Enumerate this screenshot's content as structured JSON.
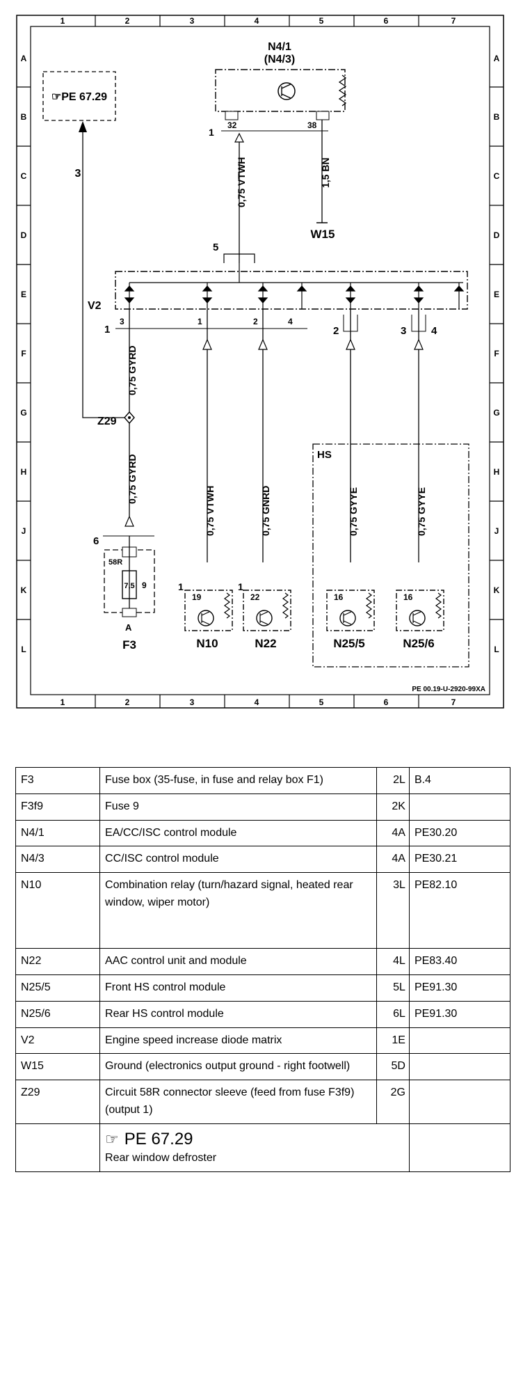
{
  "frame": {
    "columns": [
      "1",
      "2",
      "3",
      "4",
      "5",
      "6",
      "7"
    ],
    "rows": [
      "A",
      "B",
      "C",
      "D",
      "E",
      "F",
      "G",
      "H",
      "J",
      "K",
      "L"
    ],
    "diagram_id": "PE 00.19-U-2920-99XA"
  },
  "components": {
    "n4_label": "N4/1",
    "n4_alt_label": "(N4/3)",
    "n4_pin_a": "32",
    "n4_pin_b": "38",
    "ref_box": "☞PE 67.29",
    "v2_label": "V2",
    "z29_label": "Z29",
    "w15_label": "W15",
    "hs_label": "HS",
    "f3_label": "F3",
    "f3_sub": "A",
    "f3_58r": "58R",
    "f3_rating": "7,5",
    "f3_num": "9",
    "n10_label": "N10",
    "n10_pin": "19",
    "n22_label": "N22",
    "n22_pin": "22",
    "n255_label": "N25/5",
    "n255_pin": "16",
    "n256_label": "N25/6",
    "n256_pin": "16"
  },
  "wires": {
    "w_vtwh_top": "0,75 VTWH",
    "w_bn": "1,5 BN",
    "w_gyrd_upper": "0,75 GYRD",
    "w_gyrd_lower": "0,75 GYRD",
    "w_vtwh_n10": "0,75 VTWH",
    "w_gnrd": "0,75 GNRD",
    "w_gyye_1": "0,75 GYYE",
    "w_gyye_2": "0,75 GYYE"
  },
  "connectors": {
    "c1": "1",
    "c3": "3",
    "c5": "5",
    "c6": "6",
    "v2_pin3": "3",
    "v2_pin1": "1",
    "v2_pin2": "2",
    "v2_pin4": "4",
    "v2_c1": "1",
    "v2_c2": "2",
    "v2_c3": "3",
    "v2_c4": "4",
    "n10_c1": "1",
    "n22_c1": "1"
  },
  "legend": [
    {
      "code": "F3",
      "desc": "Fuse box (35-fuse, in fuse and relay box F1)",
      "loc": "2L",
      "ref": "B.4"
    },
    {
      "code": "F3f9",
      "desc": "Fuse 9",
      "loc": "2K",
      "ref": ""
    },
    {
      "code": "N4/1",
      "desc": "EA/CC/ISC control module",
      "loc": "4A",
      "ref": "PE30.20"
    },
    {
      "code": "N4/3",
      "desc": "CC/ISC control module",
      "loc": "4A",
      "ref": "PE30.21"
    },
    {
      "code": "N10",
      "desc": "Combination relay (turn/hazard signal, heated rear window, wiper motor)",
      "loc": "3L",
      "ref": "PE82.10"
    },
    {
      "code": "N22",
      "desc": "AAC control unit and module",
      "loc": "4L",
      "ref": "PE83.40"
    },
    {
      "code": "N25/5",
      "desc": "Front HS control module",
      "loc": "5L",
      "ref": "PE91.30"
    },
    {
      "code": "N25/6",
      "desc": "Rear HS control module",
      "loc": "6L",
      "ref": "PE91.30"
    },
    {
      "code": "V2",
      "desc": "Engine speed increase diode matrix",
      "loc": "1E",
      "ref": ""
    },
    {
      "code": "W15",
      "desc": "Ground (electronics output ground - right footwell)",
      "loc": "5D",
      "ref": ""
    },
    {
      "code": "Z29",
      "desc": "Circuit 58R connector sleeve (feed from fuse F3f9) (output 1)",
      "loc": "2G",
      "ref": ""
    }
  ],
  "legend_footer": {
    "icon": "pointing-hand-icon",
    "ref": "PE 67.29",
    "desc": "Rear window defroster"
  }
}
